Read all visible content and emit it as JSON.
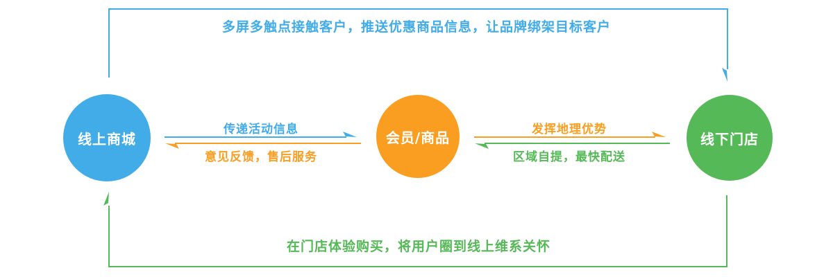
{
  "colors": {
    "blue": "#42ACE8",
    "orange": "#F99E21",
    "green": "#56B957",
    "node_text": "#FFFFFF"
  },
  "nodes": {
    "online_mall": {
      "label": "线上商城"
    },
    "member_product": {
      "label": "会员/商品"
    },
    "offline_store": {
      "label": "线下门店"
    }
  },
  "flows": {
    "top_loop": {
      "label": "多屏多触点接触客户，推送优惠商品信息，让品牌绑架目标客户",
      "color": "blue",
      "direction": "online_mall -> offline_store"
    },
    "bottom_loop": {
      "label": "在门店体验购买，将用户圈到线上维系关怀",
      "color": "green",
      "direction": "offline_store -> online_mall"
    },
    "left_to_center": {
      "label": "传递活动信息",
      "color": "blue",
      "direction": "online_mall -> member_product"
    },
    "center_to_left": {
      "label": "意见反馈，售后服务",
      "color": "orange",
      "direction": "member_product -> online_mall"
    },
    "center_to_right": {
      "label": "发挥地理优势",
      "color": "orange",
      "direction": "member_product -> offline_store"
    },
    "right_to_center": {
      "label": "区域自提，最快配送",
      "color": "green",
      "direction": "offline_store -> member_product"
    }
  }
}
